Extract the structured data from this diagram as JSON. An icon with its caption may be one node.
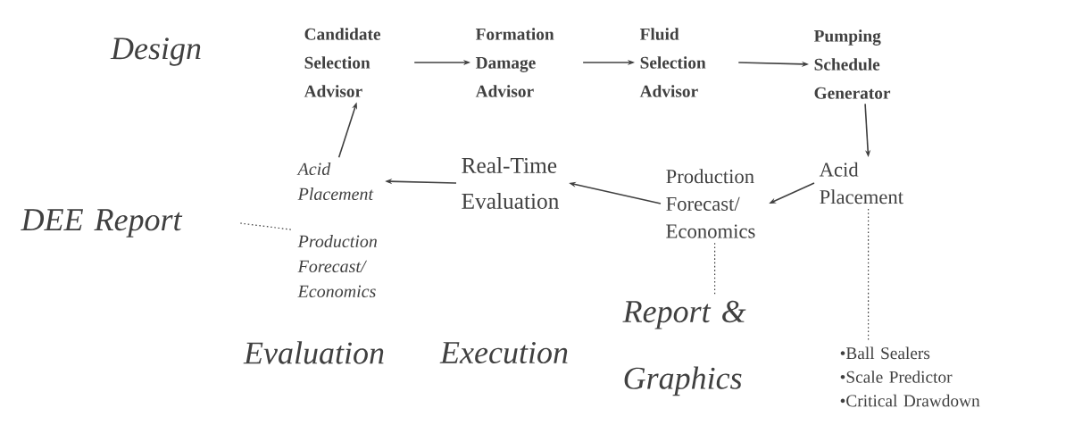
{
  "diagram": {
    "nodes": [
      {
        "text": [
          "Candidate Selection Advisor"
        ]
      },
      {
        "text": [
          "Formation Damage Advisor"
        ]
      },
      {
        "text": [
          "Fluid Selection Advisor"
        ]
      },
      {
        "text": [
          "Pumping Schedule Generator"
        ]
      },
      {
        "text": [
          "Acid Placement"
        ]
      },
      {
        "text": [
          "Production Forecast/ Economics"
        ]
      },
      {
        "text": [
          "Real-Time Evaluation"
        ]
      },
      {
        "text": [
          "Acid Placement"
        ]
      },
      {
        "text": [
          "Production Forecast/ Economics"
        ]
      },
      {
        "text": [
          "DEE Report"
        ]
      },
      {
        "text": [
          "Report & Graphics"
        ]
      },
      {
        "text": [
          "•Ball Sealers",
          "•Scale Predictor",
          "•Critical Drawdown"
        ]
      }
    ],
    "edges": [
      {
        "from": 0,
        "to": 1,
        "arrow": "to"
      },
      {
        "from": 1,
        "to": 2,
        "arrow": "to"
      },
      {
        "from": 2,
        "to": 3,
        "arrow": "to"
      },
      {
        "from": 3,
        "to": 4,
        "arrow": "to"
      },
      {
        "from": 4,
        "to": 5,
        "arrow": "to"
      },
      {
        "from": 5,
        "to": 6,
        "arrow": "to"
      },
      {
        "from": 6,
        "to": 7,
        "arrow": "to"
      },
      {
        "from": 7,
        "to": 0,
        "arrow": "to"
      },
      {
        "from": 9,
        "to": 8,
        "arrow": "none",
        "style": "dashed"
      },
      {
        "from": 5,
        "to": 10,
        "arrow": "none",
        "style": "dashed"
      },
      {
        "from": 4,
        "to": 11,
        "arrow": "none",
        "style": "dashed"
      }
    ],
    "labels": [
      "Design",
      "Evaluation",
      "Execution"
    ]
  }
}
